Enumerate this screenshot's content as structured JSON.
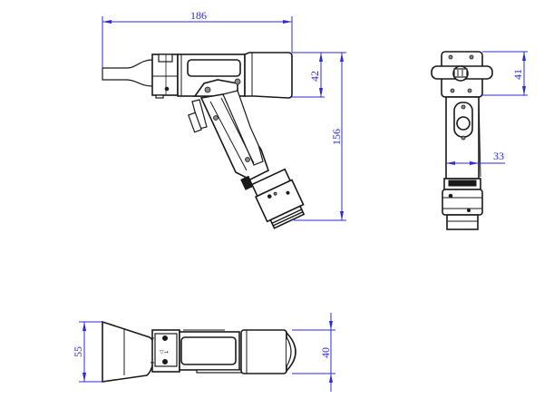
{
  "drawing": {
    "type": "technical-drawing",
    "subject": "handheld laser welding gun - orthographic views",
    "dimension_color": "#2b2bd9",
    "line_color": "#1a1a1a",
    "units": "mm"
  },
  "views": {
    "side": {
      "name": "side view",
      "dimensions": {
        "overall_length": "186",
        "head_height": "42",
        "overall_height": "156"
      }
    },
    "rear": {
      "name": "rear view",
      "dimensions": {
        "head_height": "41",
        "handle_width": "33"
      }
    },
    "top": {
      "name": "top view",
      "dimensions": {
        "nozzle_width": "55",
        "body_height": "40"
      }
    }
  }
}
